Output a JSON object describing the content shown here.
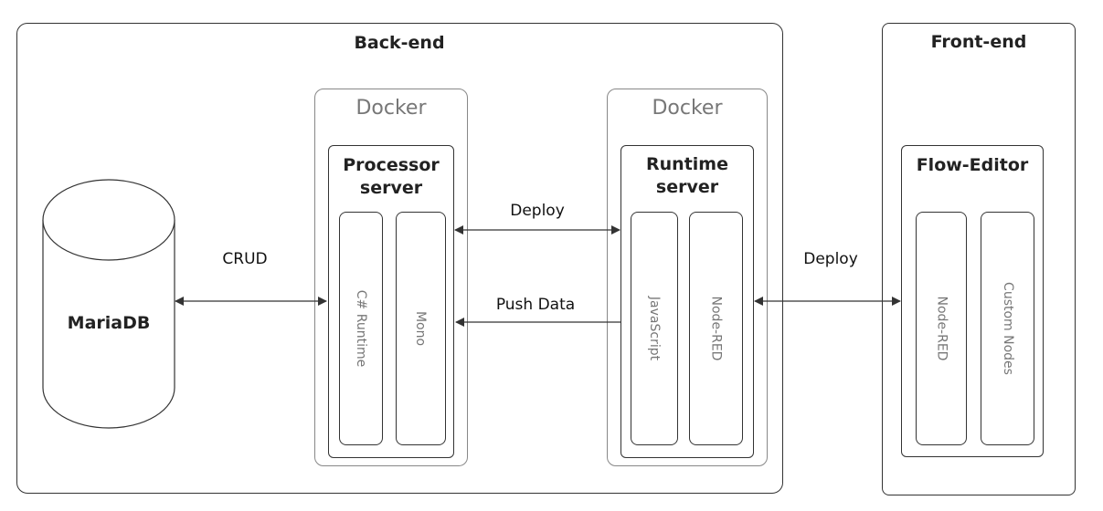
{
  "backend": {
    "title": "Back-end",
    "database": "MariaDB",
    "docker_left": {
      "label": "Docker",
      "server": "Processor server",
      "components": [
        "C# Runtime",
        "Mono"
      ]
    },
    "docker_right": {
      "label": "Docker",
      "server": "Runtime server",
      "components": [
        "JavaScript",
        "Node-RED"
      ]
    }
  },
  "frontend": {
    "title": "Front-end",
    "editor": "Flow-Editor",
    "components": [
      "Node-RED",
      "Custom Nodes"
    ]
  },
  "edges": {
    "crud": "CRUD",
    "deploy_internal": "Deploy",
    "push_data": "Push Data",
    "deploy_external": "Deploy"
  }
}
